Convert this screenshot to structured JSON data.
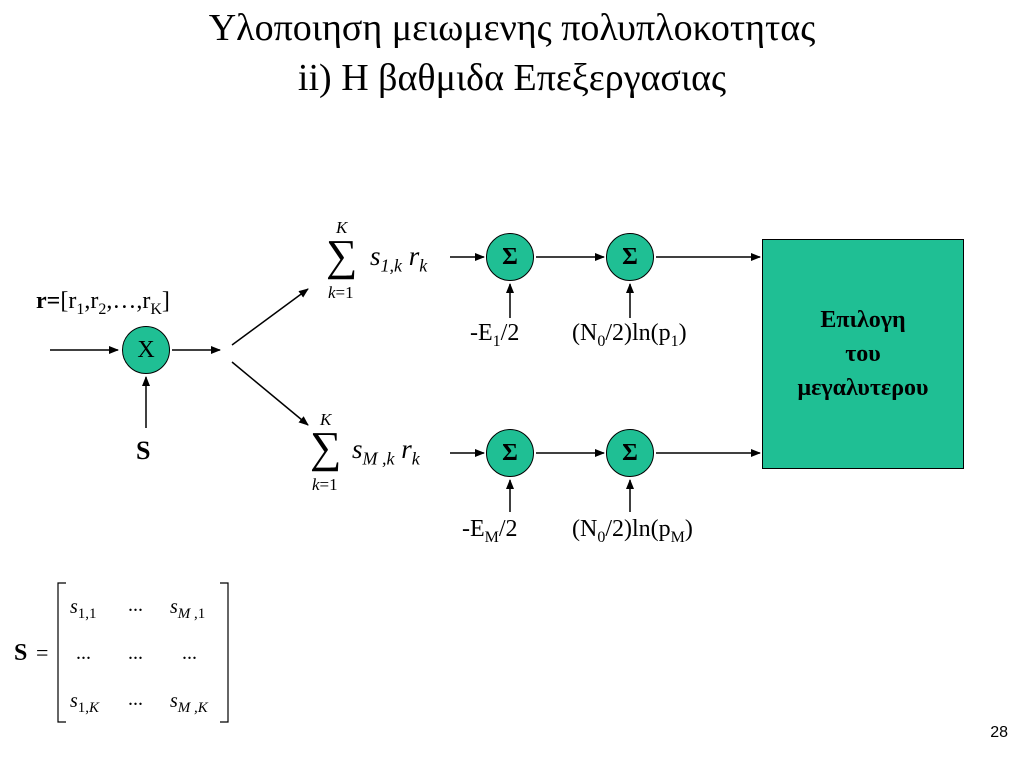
{
  "title": {
    "line1": "Υλοποιηση μειωμενης  πολυπλοκοτητας",
    "line2": "ii) Η βαθμιδα Επεξεργασιας"
  },
  "input": {
    "r_bold": "r=",
    "r_vector": "[r1,r2,…,rK]",
    "s_label": "S"
  },
  "nodes": {
    "multiplier": "X",
    "sum_symbol": "Σ"
  },
  "branches": [
    {
      "sum_upper": "K",
      "sum_lower": "k=1",
      "term": "s1,k rk",
      "energy_term": "-E1/2",
      "prior_term": "(N0/2)ln(p1)"
    },
    {
      "sum_upper": "K",
      "sum_lower": "k=1",
      "term": "sM,k rk",
      "energy_term": "-EM/2",
      "prior_term": "(N0/2)ln(pM)"
    }
  ],
  "decision_box": {
    "line1": "Επιλογη",
    "line2": "του",
    "line3": "μεγαλυτερου"
  },
  "matrix": {
    "label": "S",
    "equals": "=",
    "rows": [
      [
        "s1,1",
        "...",
        "sM,1"
      ],
      [
        "...",
        "...",
        "..."
      ],
      [
        "s1,K",
        "...",
        "sM,K"
      ]
    ]
  },
  "page_number": "28",
  "colors": {
    "node_fill": "#1fbf94",
    "stroke": "#000000"
  }
}
